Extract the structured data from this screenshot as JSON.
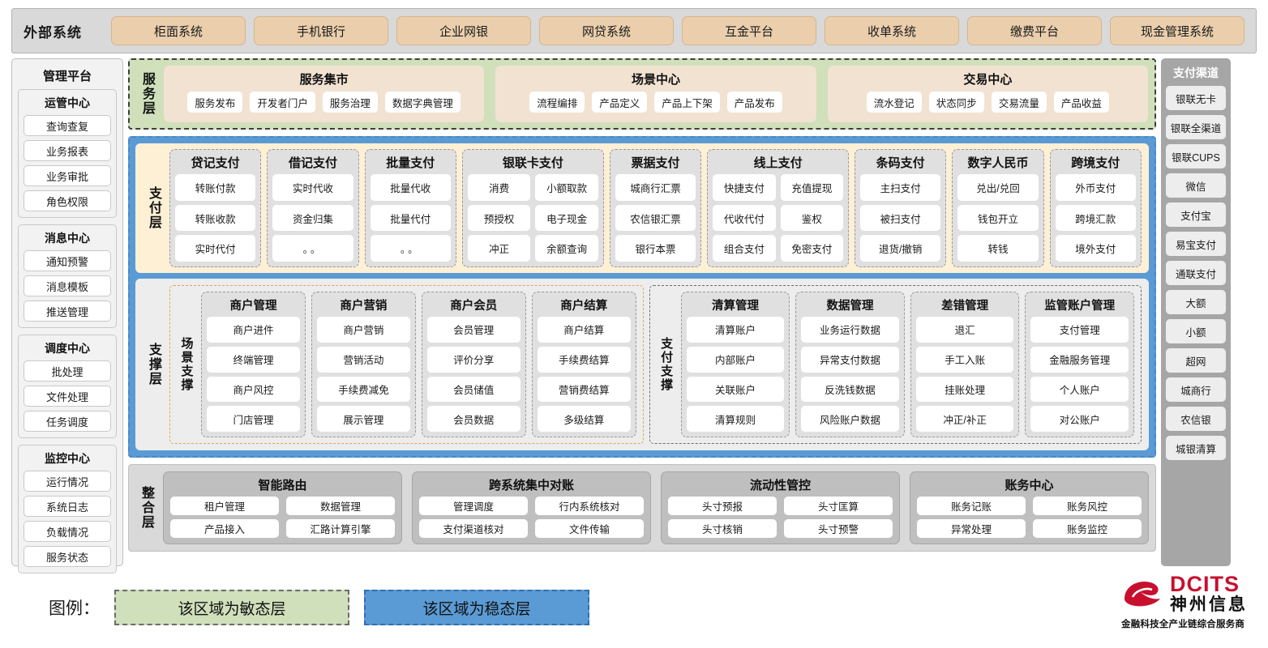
{
  "external": {
    "title": "外部系统",
    "items": [
      "柜面系统",
      "手机银行",
      "企业网银",
      "网贷系统",
      "互金平台",
      "收单系统",
      "缴费平台",
      "现金管理系统"
    ]
  },
  "management": {
    "title": "管理平台",
    "groups": [
      {
        "title": "运管中心",
        "items": [
          "查询查复",
          "业务报表",
          "业务审批",
          "角色权限"
        ]
      },
      {
        "title": "消息中心",
        "items": [
          "通知预警",
          "消息模板",
          "推送管理"
        ]
      },
      {
        "title": "调度中心",
        "items": [
          "批处理",
          "文件处理",
          "任务调度"
        ]
      },
      {
        "title": "监控中心",
        "items": [
          "运行情况",
          "系统日志",
          "负载情况",
          "服务状态"
        ]
      }
    ]
  },
  "channels": {
    "title": "支付渠道",
    "items": [
      "银联无卡",
      "银联全渠道",
      "银联CUPS",
      "微信",
      "支付宝",
      "易宝支付",
      "通联支付",
      "大额",
      "小额",
      "超网",
      "城商行",
      "农信银",
      "城银清算"
    ]
  },
  "service_layer": {
    "label": "服务层",
    "cards": [
      {
        "title": "服务集市",
        "items": [
          "服务发布",
          "开发者门户",
          "服务治理",
          "数据字典管理"
        ]
      },
      {
        "title": "场景中心",
        "items": [
          "流程编排",
          "产品定义",
          "产品上下架",
          "产品发布"
        ]
      },
      {
        "title": "交易中心",
        "items": [
          "流水登记",
          "状态同步",
          "交易流量",
          "产品收益"
        ]
      }
    ]
  },
  "payment_layer": {
    "label": "支付层",
    "groups": [
      {
        "title": "贷记支付",
        "cols": 1,
        "rows": [
          [
            "转账付款"
          ],
          [
            "转账收款"
          ],
          [
            "实时代付"
          ]
        ]
      },
      {
        "title": "借记支付",
        "cols": 1,
        "rows": [
          [
            "实时代收"
          ],
          [
            "资金归集"
          ],
          [
            "。。"
          ]
        ]
      },
      {
        "title": "批量支付",
        "cols": 1,
        "rows": [
          [
            "批量代收"
          ],
          [
            "批量代付"
          ],
          [
            "。。"
          ]
        ]
      },
      {
        "title": "银联卡支付",
        "cols": 2,
        "rows": [
          [
            "消费",
            "小额取款"
          ],
          [
            "预授权",
            "电子现金"
          ],
          [
            "冲正",
            "余额查询"
          ]
        ]
      },
      {
        "title": "票据支付",
        "cols": 1,
        "rows": [
          [
            "城商行汇票"
          ],
          [
            "农信银汇票"
          ],
          [
            "银行本票"
          ]
        ]
      },
      {
        "title": "线上支付",
        "cols": 2,
        "rows": [
          [
            "快捷支付",
            "充值提现"
          ],
          [
            "代收代付",
            "鉴权"
          ],
          [
            "组合支付",
            "免密支付"
          ]
        ]
      },
      {
        "title": "条码支付",
        "cols": 1,
        "rows": [
          [
            "主扫支付"
          ],
          [
            "被扫支付"
          ],
          [
            "退货/撤销"
          ]
        ]
      },
      {
        "title": "数字人民币",
        "cols": 1,
        "rows": [
          [
            "兑出/兑回"
          ],
          [
            "钱包开立"
          ],
          [
            "转钱"
          ]
        ]
      },
      {
        "title": "跨境支付",
        "cols": 1,
        "rows": [
          [
            "外币支付"
          ],
          [
            "跨境汇款"
          ],
          [
            "境外支付"
          ]
        ]
      }
    ]
  },
  "support_layer": {
    "label": "支撑层",
    "scene": {
      "label": "场景支撑",
      "groups": [
        {
          "title": "商户管理",
          "items": [
            "商户进件",
            "终端管理",
            "商户风控",
            "门店管理"
          ]
        },
        {
          "title": "商户营销",
          "items": [
            "商户营销",
            "营销活动",
            "手续费减免",
            "展示管理"
          ]
        },
        {
          "title": "商户会员",
          "items": [
            "会员管理",
            "评价分享",
            "会员储值",
            "会员数据"
          ]
        },
        {
          "title": "商户结算",
          "items": [
            "商户结算",
            "手续费结算",
            "营销费结算",
            "多级结算"
          ]
        }
      ]
    },
    "pay": {
      "label": "支付支撑",
      "groups": [
        {
          "title": "清算管理",
          "items": [
            "清算账户",
            "内部账户",
            "关联账户",
            "清算规则"
          ]
        },
        {
          "title": "数据管理",
          "items": [
            "业务运行数据",
            "异常支付数据",
            "反洗钱数据",
            "风险账户数据"
          ]
        },
        {
          "title": "差错管理",
          "items": [
            "退汇",
            "手工入账",
            "挂账处理",
            "冲正/补正"
          ]
        },
        {
          "title": "监管账户管理",
          "items": [
            "支付管理",
            "金融服务管理",
            "个人账户",
            "对公账户"
          ]
        }
      ]
    }
  },
  "integration_layer": {
    "label": "整合层",
    "cards": [
      {
        "title": "智能路由",
        "rows": [
          [
            "租户管理",
            "数据管理"
          ],
          [
            "产品接入",
            "汇路计算引擎"
          ]
        ]
      },
      {
        "title": "跨系统集中对账",
        "rows": [
          [
            "管理调度",
            "行内系统核对"
          ],
          [
            "支付渠道核对",
            "文件传输"
          ]
        ]
      },
      {
        "title": "流动性管控",
        "rows": [
          [
            "头寸预报",
            "头寸匡算"
          ],
          [
            "头寸核销",
            "头寸预警"
          ]
        ]
      },
      {
        "title": "账务中心",
        "rows": [
          [
            "账务记账",
            "账务风控"
          ],
          [
            "异常处理",
            "账务监控"
          ]
        ]
      }
    ]
  },
  "legend": {
    "label": "图例：",
    "agile": "该区域为敏态层",
    "stable": "该区域为稳态层",
    "agile_color": "#cfe0bb",
    "stable_color": "#5b9bd5"
  },
  "logo": {
    "brand": "DCITS",
    "brand_cn": "神州信息",
    "tagline": "金融科技全产业链综合服务商",
    "brand_color": "#c8102e"
  }
}
